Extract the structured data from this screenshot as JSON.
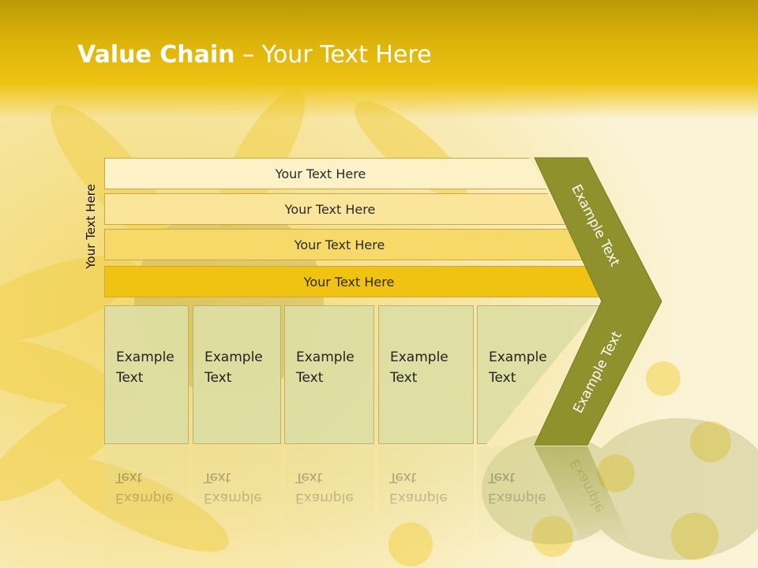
{
  "slide": {
    "title_bold": "Value Chain",
    "title_rest": " – Your Text Here",
    "side_label": "Your Text Here"
  },
  "bars": [
    {
      "label": "Your Text Here"
    },
    {
      "label": "Your Text Here"
    },
    {
      "label": "Your Text Here"
    },
    {
      "label": "Your Text Here"
    }
  ],
  "boxes": [
    {
      "line1": "Example",
      "line2": "Text"
    },
    {
      "line1": "Example",
      "line2": "Text"
    },
    {
      "line1": "Example",
      "line2": "Text"
    },
    {
      "line1": "Example",
      "line2": "Text"
    },
    {
      "line1": "Example",
      "line2": "Text"
    }
  ],
  "chevron": {
    "upper_label": "Example Text",
    "lower_label": "Example Text",
    "reflection_label": "Example"
  },
  "colors": {
    "header": "#efc312",
    "chevron": "#8f912c",
    "box": "#dddea4",
    "bar_darkest": "#f0c212"
  }
}
